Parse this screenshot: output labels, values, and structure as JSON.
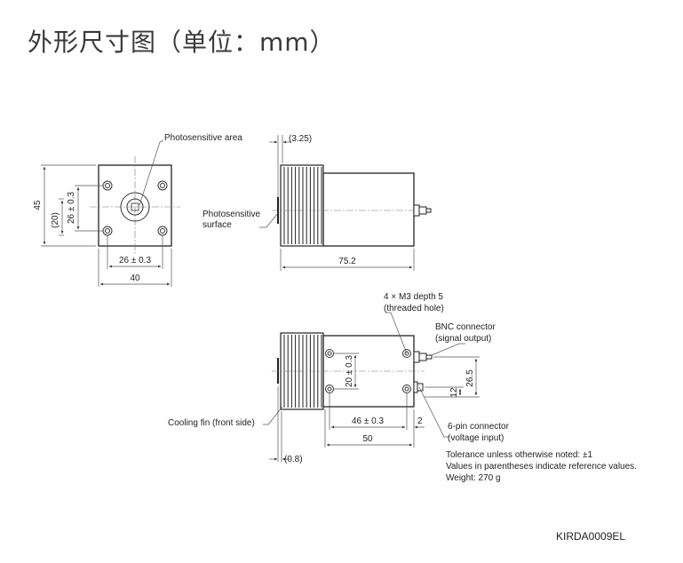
{
  "title": "外形尺寸图（单位：mm）",
  "labels": {
    "photosensitive_area": "Photosensitive area",
    "photosensitive_surface_1": "Photosensitive",
    "photosensitive_surface_2": "surface",
    "threaded_hole_1": "4 × M3 depth 5",
    "threaded_hole_2": "(threaded hole)",
    "bnc_1": "BNC connector",
    "bnc_2": "(signal output)",
    "pin6_1": "6-pin connector",
    "pin6_2": "(voltage input)",
    "cooling_fin": "Cooling fin (front side)"
  },
  "dims": {
    "front_height": "45",
    "front_height_ref": "(20)",
    "front_hole_v": "26 ± 0.3",
    "front_hole_h": "26 ± 0.3",
    "front_width": "40",
    "side_fin_ref": "(3.25)",
    "side_length": "75.2",
    "bottom_hole_v": "20 ± 0.3",
    "bottom_hole_h": "46 ± 0.3",
    "bottom_offset": "2",
    "bottom_length": "50",
    "conn_12": "12",
    "conn_265": "26.5",
    "fin_thickness": "(0.8)"
  },
  "notes": [
    "Tolerance unless otherwise noted: ±1",
    "Values in parentheses indicate reference values.",
    "Weight: 270 g"
  ],
  "drawing_id": "KIRDA0009EL"
}
